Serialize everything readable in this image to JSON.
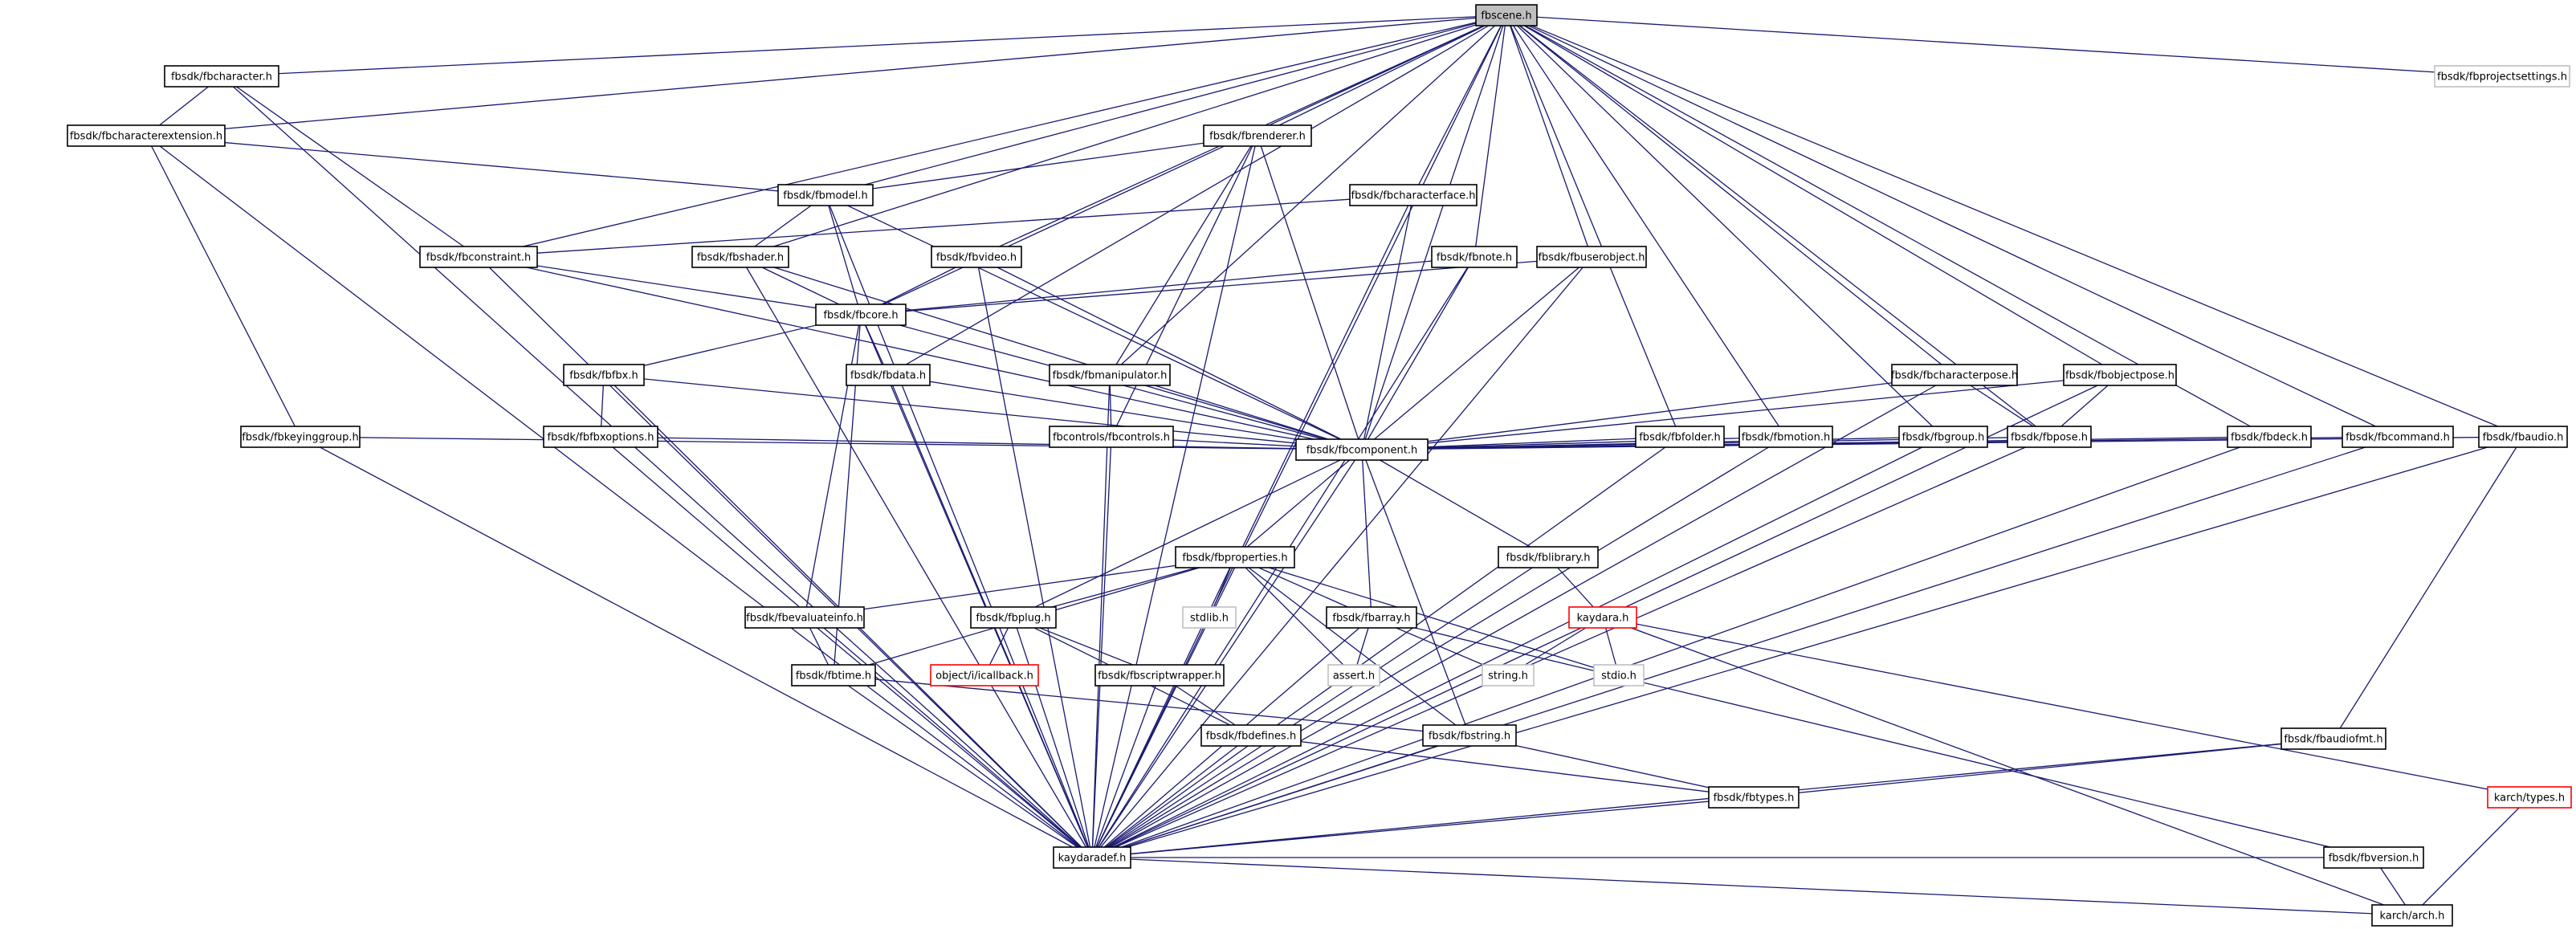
{
  "diagram": {
    "kind": "include dependency graph",
    "edge_color": "#191970",
    "node_border_color": "#000000",
    "root_fill_color": "#bfbfbf",
    "missing_border_color": "#bfbfbf",
    "broken_border_color": "#ff0000",
    "nodes": [
      {
        "id": "fbscene",
        "label": "fbscene.h",
        "style": "root"
      },
      {
        "id": "fbcharacter",
        "label": "fbsdk/fbcharacter.h"
      },
      {
        "id": "fbprojectsettings",
        "label": "fbsdk/fbprojectsettings.h",
        "style": "missing"
      },
      {
        "id": "fbcharacterextension",
        "label": "fbsdk/fbcharacterextension.h"
      },
      {
        "id": "fbrenderer",
        "label": "fbsdk/fbrenderer.h"
      },
      {
        "id": "fbmodel",
        "label": "fbsdk/fbmodel.h"
      },
      {
        "id": "fbcharacterface",
        "label": "fbsdk/fbcharacterface.h"
      },
      {
        "id": "fbconstraint",
        "label": "fbsdk/fbconstraint.h"
      },
      {
        "id": "fbshader",
        "label": "fbsdk/fbshader.h"
      },
      {
        "id": "fbvideo",
        "label": "fbsdk/fbvideo.h"
      },
      {
        "id": "fbnote",
        "label": "fbsdk/fbnote.h"
      },
      {
        "id": "fbuserobject",
        "label": "fbsdk/fbuserobject.h"
      },
      {
        "id": "fbcore",
        "label": "fbsdk/fbcore.h"
      },
      {
        "id": "fbfbx",
        "label": "fbsdk/fbfbx.h"
      },
      {
        "id": "fbdata",
        "label": "fbsdk/fbdata.h"
      },
      {
        "id": "fbmanipulator",
        "label": "fbsdk/fbmanipulator.h"
      },
      {
        "id": "fbcharacterpose",
        "label": "fbsdk/fbcharacterpose.h"
      },
      {
        "id": "fbobjectpose",
        "label": "fbsdk/fbobjectpose.h"
      },
      {
        "id": "fbkeyinggroup",
        "label": "fbsdk/fbkeyinggroup.h"
      },
      {
        "id": "fbfbxoptions",
        "label": "fbsdk/fbfbxoptions.h"
      },
      {
        "id": "fbcontrols",
        "label": "fbcontrols/fbcontrols.h"
      },
      {
        "id": "fbfolder",
        "label": "fbsdk/fbfolder.h"
      },
      {
        "id": "fbmotion",
        "label": "fbsdk/fbmotion.h"
      },
      {
        "id": "fbgroup",
        "label": "fbsdk/fbgroup.h"
      },
      {
        "id": "fbpose",
        "label": "fbsdk/fbpose.h"
      },
      {
        "id": "fbdeck",
        "label": "fbsdk/fbdeck.h"
      },
      {
        "id": "fbcommand",
        "label": "fbsdk/fbcommand.h"
      },
      {
        "id": "fbaudio",
        "label": "fbsdk/fbaudio.h"
      },
      {
        "id": "fbcomponent",
        "label": "fbsdk/fbcomponent.h"
      },
      {
        "id": "fbproperties",
        "label": "fbsdk/fbproperties.h"
      },
      {
        "id": "fblibrary",
        "label": "fbsdk/fblibrary.h"
      },
      {
        "id": "stdlib",
        "label": "stdlib.h",
        "style": "missing"
      },
      {
        "id": "fbevaluateinfo",
        "label": "fbsdk/fbevaluateinfo.h"
      },
      {
        "id": "fbplug",
        "label": "fbsdk/fbplug.h"
      },
      {
        "id": "fbarray",
        "label": "fbsdk/fbarray.h"
      },
      {
        "id": "kaydara",
        "label": "kaydara.h",
        "style": "broken"
      },
      {
        "id": "icallback",
        "label": "object/i/icallback.h",
        "style": "broken"
      },
      {
        "id": "fbtime",
        "label": "fbsdk/fbtime.h"
      },
      {
        "id": "fbscriptwrapper",
        "label": "fbsdk/fbscriptwrapper.h"
      },
      {
        "id": "assert",
        "label": "assert.h",
        "style": "missing"
      },
      {
        "id": "string",
        "label": "string.h",
        "style": "missing"
      },
      {
        "id": "stdio",
        "label": "stdio.h",
        "style": "missing"
      },
      {
        "id": "fbdefines",
        "label": "fbsdk/fbdefines.h"
      },
      {
        "id": "fbstring",
        "label": "fbsdk/fbstring.h"
      },
      {
        "id": "fbaudiofmt",
        "label": "fbsdk/fbaudiofmt.h"
      },
      {
        "id": "fbtypes",
        "label": "fbsdk/fbtypes.h"
      },
      {
        "id": "karchtypes",
        "label": "karch/types.h",
        "style": "broken"
      },
      {
        "id": "kaydaradef",
        "label": "kaydaradef.h"
      },
      {
        "id": "fbversion",
        "label": "fbsdk/fbversion.h"
      },
      {
        "id": "karcharch",
        "label": "karch/arch.h"
      }
    ],
    "edges": [
      [
        "fbscene",
        "fbcharacter"
      ],
      [
        "fbscene",
        "fbprojectsettings"
      ],
      [
        "fbscene",
        "fbcharacterextension"
      ],
      [
        "fbscene",
        "fbrenderer"
      ],
      [
        "fbscene",
        "fbmodel"
      ],
      [
        "fbscene",
        "fbcharacterface"
      ],
      [
        "fbscene",
        "fbconstraint"
      ],
      [
        "fbscene",
        "fbshader"
      ],
      [
        "fbscene",
        "fbvideo"
      ],
      [
        "fbscene",
        "fbnote"
      ],
      [
        "fbscene",
        "fbuserobject"
      ],
      [
        "fbscene",
        "fbcore"
      ],
      [
        "fbscene",
        "fbdata"
      ],
      [
        "fbscene",
        "fbmanipulator"
      ],
      [
        "fbscene",
        "fbcharacterpose"
      ],
      [
        "fbscene",
        "fbobjectpose"
      ],
      [
        "fbscene",
        "fbfolder"
      ],
      [
        "fbscene",
        "fbmotion"
      ],
      [
        "fbscene",
        "fbgroup"
      ],
      [
        "fbscene",
        "fbpose"
      ],
      [
        "fbscene",
        "fbdeck"
      ],
      [
        "fbscene",
        "fbcommand"
      ],
      [
        "fbscene",
        "fbaudio"
      ],
      [
        "fbscene",
        "fbcomponent"
      ],
      [
        "fbscene",
        "kaydaradef"
      ],
      [
        "fbcharacter",
        "fbcharacterextension"
      ],
      [
        "fbcharacter",
        "fbconstraint"
      ],
      [
        "fbcharacter",
        "kaydaradef"
      ],
      [
        "fbcharacterextension",
        "fbmodel"
      ],
      [
        "fbcharacterextension",
        "fbkeyinggroup"
      ],
      [
        "fbcharacterextension",
        "kaydaradef"
      ],
      [
        "fbrenderer",
        "fbmodel"
      ],
      [
        "fbrenderer",
        "fbmanipulator"
      ],
      [
        "fbrenderer",
        "fbcontrols"
      ],
      [
        "fbrenderer",
        "fbcomponent"
      ],
      [
        "fbrenderer",
        "kaydaradef"
      ],
      [
        "fbmodel",
        "fbshader"
      ],
      [
        "fbmodel",
        "fbcore"
      ],
      [
        "fbmodel",
        "fbcomponent"
      ],
      [
        "fbmodel",
        "kaydaradef"
      ],
      [
        "fbcharacterface",
        "fbconstraint"
      ],
      [
        "fbcharacterface",
        "fbcomponent"
      ],
      [
        "fbcharacterface",
        "kaydaradef"
      ],
      [
        "fbconstraint",
        "fbcore"
      ],
      [
        "fbconstraint",
        "fbcomponent"
      ],
      [
        "fbconstraint",
        "kaydaradef"
      ],
      [
        "fbshader",
        "fbcore"
      ],
      [
        "fbshader",
        "fbcomponent"
      ],
      [
        "fbshader",
        "kaydaradef"
      ],
      [
        "fbvideo",
        "fbcore"
      ],
      [
        "fbvideo",
        "fbcomponent"
      ],
      [
        "fbvideo",
        "kaydaradef"
      ],
      [
        "fbnote",
        "fbcore"
      ],
      [
        "fbnote",
        "fbcomponent"
      ],
      [
        "fbnote",
        "kaydaradef"
      ],
      [
        "fbuserobject",
        "fbcore"
      ],
      [
        "fbuserobject",
        "fbcomponent"
      ],
      [
        "fbuserobject",
        "kaydaradef"
      ],
      [
        "fbcore",
        "fbfbx"
      ],
      [
        "fbcore",
        "fbdata"
      ],
      [
        "fbcore",
        "fbcomponent"
      ],
      [
        "fbcore",
        "fbevaluateinfo"
      ],
      [
        "fbcore",
        "fbtime"
      ],
      [
        "fbcore",
        "kaydaradef"
      ],
      [
        "fbfbx",
        "fbfbxoptions"
      ],
      [
        "fbfbx",
        "fbcomponent"
      ],
      [
        "fbfbx",
        "kaydaradef"
      ],
      [
        "fbfbxoptions",
        "fbcomponent"
      ],
      [
        "fbfbxoptions",
        "kaydaradef"
      ],
      [
        "fbdata",
        "fbcomponent"
      ],
      [
        "fbdata",
        "kaydaradef"
      ],
      [
        "fbmanipulator",
        "fbcontrols"
      ],
      [
        "fbmanipulator",
        "fbcomponent"
      ],
      [
        "fbmanipulator",
        "kaydaradef"
      ],
      [
        "fbcontrols",
        "fbcomponent"
      ],
      [
        "fbcontrols",
        "kaydaradef"
      ],
      [
        "fbkeyinggroup",
        "fbcomponent"
      ],
      [
        "fbkeyinggroup",
        "kaydaradef"
      ],
      [
        "fbcharacterpose",
        "fbpose"
      ],
      [
        "fbcharacterpose",
        "fbcomponent"
      ],
      [
        "fbcharacterpose",
        "kaydaradef"
      ],
      [
        "fbobjectpose",
        "fbpose"
      ],
      [
        "fbobjectpose",
        "fbcomponent"
      ],
      [
        "fbobjectpose",
        "kaydaradef"
      ],
      [
        "fbfolder",
        "fbcomponent"
      ],
      [
        "fbfolder",
        "kaydaradef"
      ],
      [
        "fbmotion",
        "fbcomponent"
      ],
      [
        "fbmotion",
        "kaydaradef"
      ],
      [
        "fbgroup",
        "fbcomponent"
      ],
      [
        "fbgroup",
        "kaydaradef"
      ],
      [
        "fbpose",
        "fbcomponent"
      ],
      [
        "fbpose",
        "kaydaradef"
      ],
      [
        "fbdeck",
        "fbcomponent"
      ],
      [
        "fbdeck",
        "kaydaradef"
      ],
      [
        "fbcommand",
        "fbcomponent"
      ],
      [
        "fbcommand",
        "kaydaradef"
      ],
      [
        "fbaudio",
        "fbcomponent"
      ],
      [
        "fbaudio",
        "fbaudiofmt"
      ],
      [
        "fbaudio",
        "kaydaradef"
      ],
      [
        "fbcomponent",
        "fbproperties"
      ],
      [
        "fbcomponent",
        "fblibrary"
      ],
      [
        "fbcomponent",
        "fbplug"
      ],
      [
        "fbcomponent",
        "fbarray"
      ],
      [
        "fbcomponent",
        "fbstring"
      ],
      [
        "fbcomponent",
        "kaydaradef"
      ],
      [
        "fbproperties",
        "stdlib"
      ],
      [
        "fbproperties",
        "fbevaluateinfo"
      ],
      [
        "fbproperties",
        "fbplug"
      ],
      [
        "fbproperties",
        "fbarray"
      ],
      [
        "fbproperties",
        "fbtime"
      ],
      [
        "fbproperties",
        "assert"
      ],
      [
        "fbproperties",
        "stdio"
      ],
      [
        "fbproperties",
        "fbstring"
      ],
      [
        "fbproperties",
        "kaydaradef"
      ],
      [
        "fblibrary",
        "kaydara"
      ],
      [
        "fblibrary",
        "kaydaradef"
      ],
      [
        "fbevaluateinfo",
        "fbtime"
      ],
      [
        "fbevaluateinfo",
        "kaydaradef"
      ],
      [
        "fbplug",
        "icallback"
      ],
      [
        "fbplug",
        "fbscriptwrapper"
      ],
      [
        "fbplug",
        "fbdefines"
      ],
      [
        "fbplug",
        "kaydaradef"
      ],
      [
        "fbarray",
        "assert"
      ],
      [
        "fbarray",
        "string"
      ],
      [
        "fbarray",
        "fbversion"
      ],
      [
        "fbarray",
        "kaydaradef"
      ],
      [
        "kaydara",
        "string"
      ],
      [
        "kaydara",
        "stdio"
      ],
      [
        "kaydara",
        "karchtypes"
      ],
      [
        "kaydara",
        "karcharch"
      ],
      [
        "fbtime",
        "fbstring"
      ],
      [
        "fbtime",
        "kaydaradef"
      ],
      [
        "fbscriptwrapper",
        "fbdefines"
      ],
      [
        "fbscriptwrapper",
        "kaydaradef"
      ],
      [
        "fbdefines",
        "fbtypes"
      ],
      [
        "fbdefines",
        "kaydaradef"
      ],
      [
        "fbstring",
        "fbtypes"
      ],
      [
        "fbstring",
        "kaydaradef"
      ],
      [
        "fbaudiofmt",
        "fbtypes"
      ],
      [
        "fbaudiofmt",
        "kaydaradef"
      ],
      [
        "fbtypes",
        "kaydaradef"
      ],
      [
        "karchtypes",
        "karcharch"
      ],
      [
        "kaydaradef",
        "fbversion"
      ],
      [
        "kaydaradef",
        "karcharch"
      ],
      [
        "fbversion",
        "karcharch"
      ]
    ]
  }
}
